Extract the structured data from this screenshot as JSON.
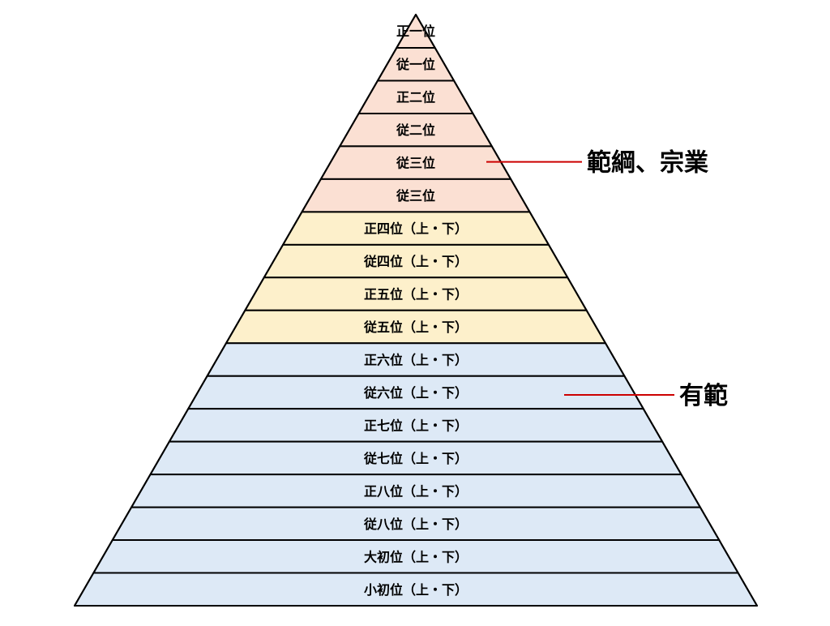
{
  "ranks": [
    {
      "label": "正一位",
      "tier": "upper"
    },
    {
      "label": "従一位",
      "tier": "upper"
    },
    {
      "label": "正二位",
      "tier": "upper"
    },
    {
      "label": "従二位",
      "tier": "upper"
    },
    {
      "label": "従三位",
      "tier": "upper"
    },
    {
      "label": "従三位",
      "tier": "upper"
    },
    {
      "label": "正四位（上・下）",
      "tier": "middle"
    },
    {
      "label": "従四位（上・下）",
      "tier": "middle"
    },
    {
      "label": "正五位（上・下）",
      "tier": "middle"
    },
    {
      "label": "従五位（上・下）",
      "tier": "middle"
    },
    {
      "label": "正六位（上・下）",
      "tier": "lower"
    },
    {
      "label": "従六位（上・下）",
      "tier": "lower"
    },
    {
      "label": "正七位（上・下）",
      "tier": "lower"
    },
    {
      "label": "従七位（上・下）",
      "tier": "lower"
    },
    {
      "label": "正八位（上・下）",
      "tier": "lower"
    },
    {
      "label": "従八位（上・下）",
      "tier": "lower"
    },
    {
      "label": "大初位（上・下）",
      "tier": "lower"
    },
    {
      "label": "小初位（上・下）",
      "tier": "lower"
    }
  ],
  "groups": [
    {
      "label": "範綱、宗業",
      "points_to_rank": 4
    },
    {
      "label": "有範",
      "points_to_rank": 11
    }
  ],
  "colors": {
    "upper": "#fbe0d3",
    "middle": "#fdf0cb",
    "lower": "#dde9f6",
    "outline": "#000000",
    "pointer": "#cc0000"
  }
}
